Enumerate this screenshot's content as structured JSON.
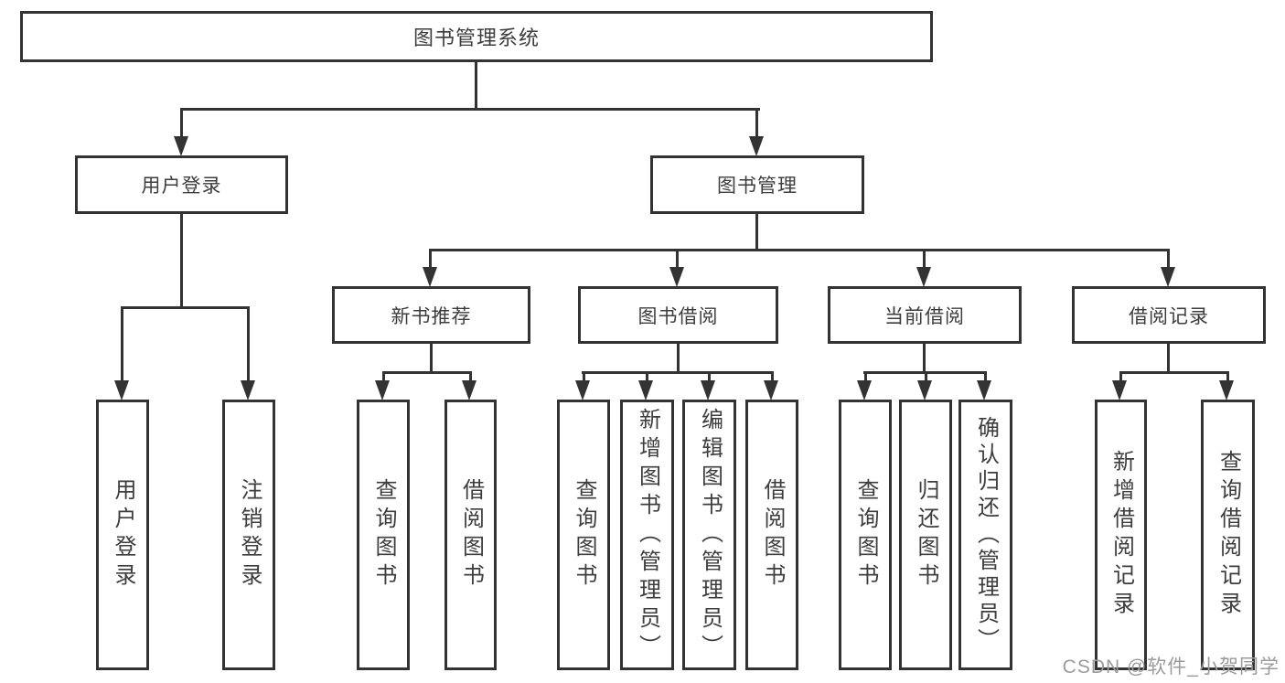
{
  "diagram": {
    "root": {
      "label": "图书管理系统"
    },
    "branches": {
      "user_login": {
        "label": "用户登录",
        "children": {
          "login": "用户登录",
          "logout": "注销登录"
        }
      },
      "book_mgmt": {
        "label": "图书管理"
      },
      "new_book": {
        "label": "新书推荐",
        "children": {
          "query": "查询图书",
          "borrow": "借阅图书"
        }
      },
      "book_borrow": {
        "label": "图书借阅",
        "children": {
          "query": "查询图书",
          "add": "新增图书（管理员）",
          "edit": "编辑图书（管理员）",
          "borrow": "借阅图书"
        }
      },
      "current_borrow": {
        "label": "当前借阅",
        "children": {
          "query": "查询图书",
          "return": "归还图书",
          "confirm": "确认归还（管理员）"
        }
      },
      "borrow_records": {
        "label": "借阅记录",
        "children": {
          "add": "新增借阅记录",
          "query": "查询借阅记录"
        }
      }
    },
    "watermark": "CSDN @软件_小贺同学"
  },
  "colors": {
    "line": "#333333",
    "text": "#3d3d3d",
    "watermark": "#9b9b9b"
  }
}
